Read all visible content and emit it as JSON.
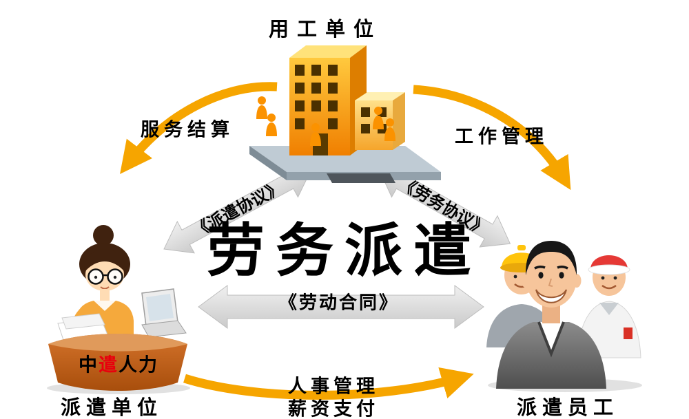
{
  "title": {
    "text": "劳务派遣"
  },
  "nodes": {
    "employer": {
      "label": "用工单位"
    },
    "dispatch_unit": {
      "label": "派遣单位",
      "desk_brand": {
        "part1": "中",
        "part2": "遣",
        "part3": "人力"
      }
    },
    "dispatched_workers": {
      "label": "派遣员工"
    }
  },
  "relations": {
    "service_settlement": {
      "label": "服务结算"
    },
    "work_management": {
      "label": "工作管理"
    },
    "dispatch_agreement": {
      "label": "《派遣协议》"
    },
    "labor_service_agreement": {
      "label": "《劳务协议》"
    },
    "labor_contract": {
      "label": "《劳动合同》"
    },
    "hr_management": {
      "label": "人事管理"
    },
    "salary_payment": {
      "label": "薪资支付"
    }
  },
  "colors": {
    "arrow_orange": "#F6A500",
    "arrow_gray": "#DCDCDC",
    "building_orange": "#FFA91E",
    "desk_brown": "#C06018",
    "brand_red": "#E8000D",
    "text_black": "#000000"
  }
}
